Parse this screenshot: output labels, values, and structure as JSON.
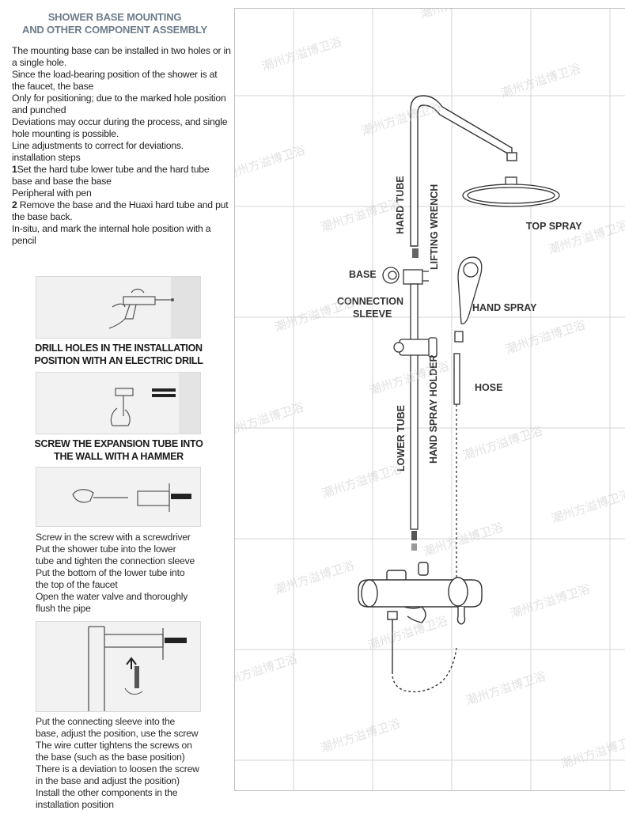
{
  "title": {
    "line1": "SHOWER BASE MOUNTING",
    "line2": "AND OTHER COMPONENT ASSEMBLY"
  },
  "intro": {
    "lines": [
      "The mounting base can be installed in two holes or in a single hole.",
      "Since the load-bearing position of the shower is at the faucet, the base",
      "Only for positioning; due to the marked hole position and punched",
      "Deviations may occur during the process, and single hole mounting is possible.",
      "Line adjustments to correct for deviations.",
      "installation steps"
    ],
    "step1_num": "1",
    "step1_text": "Set the hard tube lower tube and the hard tube base and base the base",
    "step1_text2": "Peripheral with pen",
    "step2_num": "2",
    "step2_text": " Remove the base and the Huaxi hard tube and put the base back.",
    "step2_text2": "In-situ, and mark the internal hole position with a pencil"
  },
  "captions": {
    "drill_1": "DRILL HOLES IN THE INSTALLATION",
    "drill_2": "POSITION WITH AN ELECTRIC DRILL",
    "hammer_1": "SCREW THE EXPANSION TUBE INTO",
    "hammer_2": "THE WALL WITH A HAMMER"
  },
  "steps_a": [
    "Screw in the screw with a screwdriver",
    "Put the shower tube into the lower",
    "tube and tighten the connection sleeve",
    "Put the bottom of the lower tube into",
    "the top of the faucet",
    "Open the water valve and thoroughly",
    "flush the pipe"
  ],
  "steps_b": [
    "Put the connecting sleeve into the",
    "base, adjust the position, use the screw",
    "The wire cutter tightens the screws on",
    "the base (such as the base position)",
    "There is a deviation to loosen the screw",
    "in the base and adjust the position)",
    "Install the other components in the",
    "installation position"
  ],
  "diagram": {
    "hard_tube": "HARD TUBE",
    "lifting_wrench": "LIFTING WRENCH",
    "top_spray": "TOP SPRAY",
    "base": "BASE",
    "connection": "CONNECTION",
    "sleeve": "SLEEVE",
    "hand_spray": "HAND SPRAY",
    "hose": "HOSE",
    "lower_tube": "LOWER TUBE",
    "hand_spray_holder": "HAND SPRAY HOLDER"
  },
  "watermark": "潮州方溢博卫浴",
  "colors": {
    "title": "#6d7c89",
    "text": "#222222",
    "grid": "#d6d6d6"
  }
}
